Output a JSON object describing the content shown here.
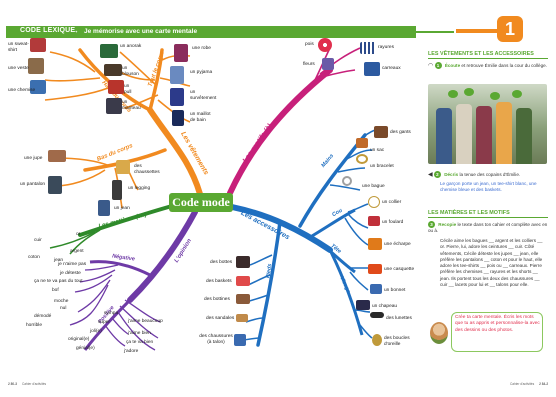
{
  "header": {
    "code": "CODE LEXIQUE",
    "arrow": "→",
    "subtitle": "Je mémorise avec une carte mentale",
    "badge": "1"
  },
  "center": "Code mode",
  "branches": {
    "vetements": "Les vêtements",
    "haut_corps": "Haut du corps",
    "tout_corps": "Tout le corps",
    "bas_corps": "Bas du corps",
    "matieres": "Les matières (en)",
    "motifs": "Les motifs (à)",
    "opinion": "L'opinion",
    "negative": "Négative",
    "positive": "Positive",
    "accessoires": "Les accessoires",
    "mains": "Mains",
    "cou": "Cou",
    "tete": "Tête",
    "visage": "Visage",
    "pieds": "Pieds"
  },
  "labels": {
    "sweat": "un sweat-shirt",
    "veste": "une veste",
    "chemise": "une chemise",
    "anorak": "un anorak",
    "blouson": "un blouson",
    "pull": "un pull",
    "manteau": "un manteau",
    "robe": "une robe",
    "pyjama": "un pyjama",
    "survetement": "un survêtement",
    "maillot": "un maillot de bain",
    "jupe": "une jupe",
    "pantalon": "un pantalon",
    "chaussettes": "des chaussettes",
    "legging": "un legging",
    "jean": "un jean",
    "cuir": "cuir",
    "coton": "coton",
    "or": "or",
    "argent": "argent",
    "jean2": "jean",
    "pois": "pois",
    "fleurs": "fleurs",
    "rayures": "rayures",
    "carreaux": "carreaux",
    "gants": "des gants",
    "sac": "un sac",
    "bracelet": "un bracelet",
    "bague": "une bague",
    "collier": "un collier",
    "foulard": "un foulard",
    "echarpe": "une écharpe",
    "casquette": "une casquette",
    "bonnet": "un bonnet",
    "chapeau": "un chapeau",
    "lunettes": "des lunettes",
    "boucles": "des boucles d'oreille",
    "bottes": "des bottes",
    "baskets": "des baskets",
    "bottines": "des bottines",
    "sandales": "des sandales",
    "chaussures": "des chaussures (à talon)",
    "naime": "je n'aime pas",
    "deteste": "je déteste",
    "plaitpas": "ça ne te va pas du tout",
    "bof": "bof",
    "moche": "moche",
    "nul": "nul",
    "demode": "démodé",
    "horrible": "horrible",
    "sympa": "sympa",
    "super": "super",
    "joli": "joli(e)",
    "original": "original(e)",
    "genial": "génial(e)",
    "aimebeaucoup": "j'aime beaucoup",
    "aimebien": "j'aime bien",
    "vabien": "ça te va bien",
    "adore": "j'adore"
  },
  "right_panel": {
    "title1": "LES VÊTEMENTS ET LES ACCESSOIRES",
    "step1_num": "1",
    "step1_bold": "Écoute",
    "step1_text": "et retrouve Émilie dans la cour du collège.",
    "step2_num": "2",
    "step2_bold": "Décris",
    "step2_text": "la tenue des copains d'Émilie.",
    "example": "Le garçon porte un jean, un tee-shirt blanc, une chemise bleue et des baskets.",
    "title2": "LES MATIÈRES ET LES MOTIFS",
    "step3_num": "3",
    "step3_bold": "Recopie",
    "step3_text": "le texte dans ton cahier et complète avec en ou à.",
    "paragraph": "Cécile aime les bagues __ argent et les colliers __ or. Pierre, lui, adore les ceintures __ cuir. Côté vêtements, Cécile déteste les jupes __ jean, elle préfère les pantalons __ coton et pour le haut, elle adore les tee-shirts __ pois ou __ carreaux. Pierre préfère les chemises __ rayures et les shorts __ jean. Ils portent tous les deux des chaussures __ cuir __ lacets pour lui et __ talons pour elle.",
    "tip": "Crée ta carte mentale. Écris les mots que tu as appris et personnalise-la avec des dessins ou des photos."
  },
  "footer": {
    "left": "2 80-3",
    "left_small": "Cahier d'activités",
    "right_small": "Cahier d'activités",
    "right": "2 84-2"
  },
  "colors": {
    "green": "#5aa832",
    "orange": "#f18a1f",
    "magenta": "#c7207a",
    "blue": "#1f6fc0",
    "purple": "#6e3aa6",
    "darkgreen": "#2f8a2a",
    "pink": "#e0304e"
  }
}
